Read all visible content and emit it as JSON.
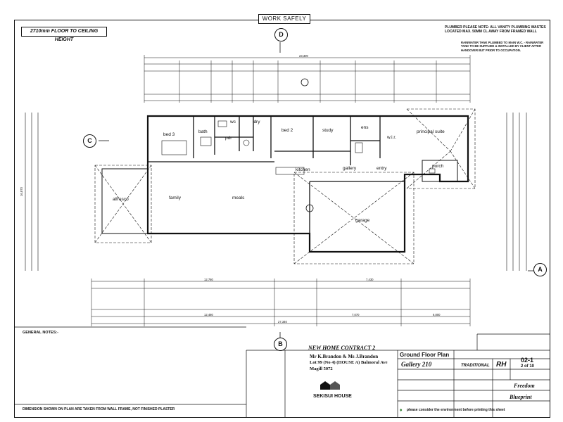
{
  "banner": {
    "work_safely": "WORK SAFELY"
  },
  "header": {
    "ceiling": "2710mm FLOOR TO CEILING HEIGHT",
    "plumber_note": "PLUMBER PLEASE NOTE: ALL VANITY PLUMBING WASTES LOCATED MAX. 50MM CL AWAY FROM FRAMED WALL",
    "rainwater_note": "RAINWATER TANK PLUMBED TO MAIN W.C. - RAINWATER TANK TO BE SUPPLIED & INSTALLED BY CLIENT AFTER HANDOVER BUT PRIOR TO OCCUPATION."
  },
  "elevation_refs": {
    "top": "D",
    "left": "C",
    "right": "A",
    "bottom": "B"
  },
  "rooms": {
    "bed3": "bed 3",
    "bath": "bath",
    "ldry": "ldry",
    "pdr": "pdr",
    "wc": "wc",
    "bed2": "bed 2",
    "study": "study",
    "ens": "ens",
    "wir": "w.i.r.",
    "principal": "principal suite",
    "kitchen": "kitchen",
    "gallery": "gallery",
    "entry": "entry",
    "porch": "porch",
    "alfresco": "alfresco",
    "family": "family",
    "meals": "meals",
    "garage": "garage"
  },
  "dimensions": {
    "top_overall": "23,300",
    "bottom_overall": "27,340",
    "bottom_left": "12,480",
    "bottom_mid": "7,070",
    "bottom_right": "6,800",
    "upper_left": "12,780",
    "upper_right": "7,430",
    "left_side": "16,870"
  },
  "notes": {
    "title": "GENERAL NOTES:-",
    "footer": "DIMENSION SHOWN ON PLAN ARE TAKEN FROM WALL FRAME, NOT FINISHED PLASTER"
  },
  "title_block": {
    "contract": "NEW HOME CONTRACT 2",
    "client": "Mr K.Brandon & Ms J.Brandon",
    "lot": "Lot 99 (No 4) (HOUSE A) Balmoral Ave",
    "suburb": "Magill 5072",
    "plan_title": "Ground Floor Plan",
    "house_name": "Gallery 210",
    "style": "TRADITIONAL",
    "sheet_no": "02-1",
    "sheet_of": "2 of 10",
    "drawn": "RH",
    "facade": "Freedom",
    "blueprint": "Blueprint",
    "company": "SEKISUI HOUSE",
    "env_note": "please consider the environment before printing this sheet"
  }
}
